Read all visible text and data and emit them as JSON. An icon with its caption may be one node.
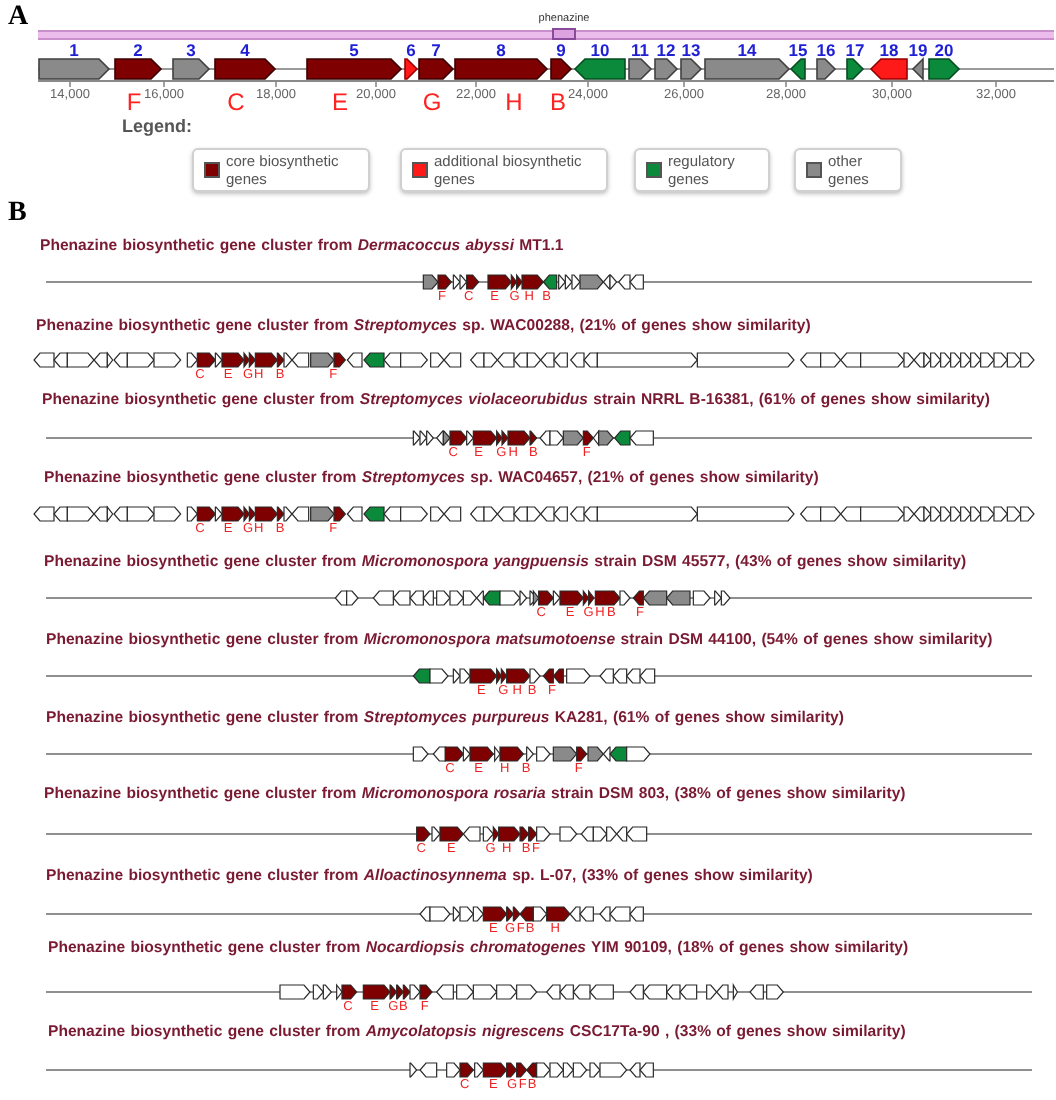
{
  "diagram": {
    "nodes": [
      {
        "text": [
          "phenazine"
        ]
      },
      {
        "text": [
          "1"
        ]
      },
      {
        "text": [
          "2"
        ],
        "beside": [
          "F"
        ]
      },
      {
        "text": [
          "3"
        ]
      },
      {
        "text": [
          "4"
        ],
        "beside": [
          "C"
        ]
      },
      {
        "text": [
          "5"
        ],
        "beside": [
          "E"
        ]
      },
      {
        "text": [
          "6"
        ]
      },
      {
        "text": [
          "7"
        ],
        "beside": [
          "G"
        ]
      },
      {
        "text": [
          "8"
        ],
        "beside": [
          "H"
        ]
      },
      {
        "text": [
          "9"
        ],
        "beside": [
          "B"
        ]
      },
      {
        "text": [
          "10"
        ]
      },
      {
        "text": [
          "11"
        ]
      },
      {
        "text": [
          "12"
        ]
      },
      {
        "text": [
          "13"
        ]
      },
      {
        "text": [
          "14"
        ]
      },
      {
        "text": [
          "15"
        ]
      },
      {
        "text": [
          "16"
        ]
      },
      {
        "text": [
          "17"
        ]
      },
      {
        "text": [
          "18"
        ]
      },
      {
        "text": [
          "19"
        ]
      },
      {
        "text": [
          "20"
        ]
      }
    ],
    "labels": [
      "A",
      "14,000",
      "16,000",
      "18,000",
      "20,000",
      "22,000",
      "24,000",
      "26,000",
      "28,000",
      "30,000",
      "32,000",
      "Legend:",
      "B",
      "Phenazine biosynthetic gene cluster from *Dermacoccus abyssi* MT1.1",
      "F",
      "C",
      "E",
      "G",
      "H",
      "B",
      "Phenazine biosynthetic gene cluster from *Streptomyces* sp. WAC00288, (21% of genes show similarity)",
      "C",
      "E",
      "G",
      "H",
      "B",
      "F",
      "Phenazine biosynthetic gene cluster from *Streptomyces violaceorubidus* strain NRRL B-16381, (61% of genes show similarity)",
      "C",
      "E",
      "G",
      "H",
      "B",
      "F",
      "Phenazine biosynthetic gene cluster from *Streptomyces* sp. WAC04657, (21% of genes show similarity)",
      "C",
      "E",
      "G",
      "H",
      "B",
      "F",
      "Phenazine biosynthetic gene cluster from *Micromonospora yangpuensis* strain DSM 45577, (43% of genes show similarity)",
      "C",
      "E",
      "G",
      "H",
      "B",
      "F",
      "Phenazine biosynthetic gene cluster from *Micromonospora matsumotoense* strain DSM 44100, (54% of genes show similarity)",
      "E",
      "G",
      "H",
      "B",
      "F",
      "Phenazine biosynthetic gene cluster from *Streptomyces purpureus* KA281, (61% of genes show similarity)",
      "C",
      "E",
      "H",
      "B",
      "F",
      "Phenazine biosynthetic gene cluster from *Micromonospora rosaria* strain DSM 803, (38% of genes show similarity)",
      "C",
      "E",
      "G",
      "H",
      "B",
      "F",
      "Phenazine biosynthetic gene cluster from *Alloactinosynnema* sp. L-07, (33% of genes show similarity)",
      "E",
      "G",
      "F",
      "B",
      "H",
      "Phenazine biosynthetic gene cluster from *Nocardiopsis chromatogenes* YIM 90109, (18% of genes show similarity)",
      "C",
      "E",
      "G",
      "B",
      "F",
      "Phenazine biosynthetic gene cluster from *Amycolatopsis nigrescens* CSC17Ta-90 , (33% of genes show similarity)",
      "C",
      "E",
      "G",
      "F",
      "B"
    ],
    "legend": [
      {
        "text": "core biosynthetic genes",
        "color": "#7f0000"
      },
      {
        "text": "additional biosynthetic genes",
        "color": "#ff1a1a"
      },
      {
        "text": "regulatory genes",
        "color": "#0a8a3a"
      },
      {
        "text": "other genes",
        "color": "#8a8a8a"
      }
    ]
  }
}
